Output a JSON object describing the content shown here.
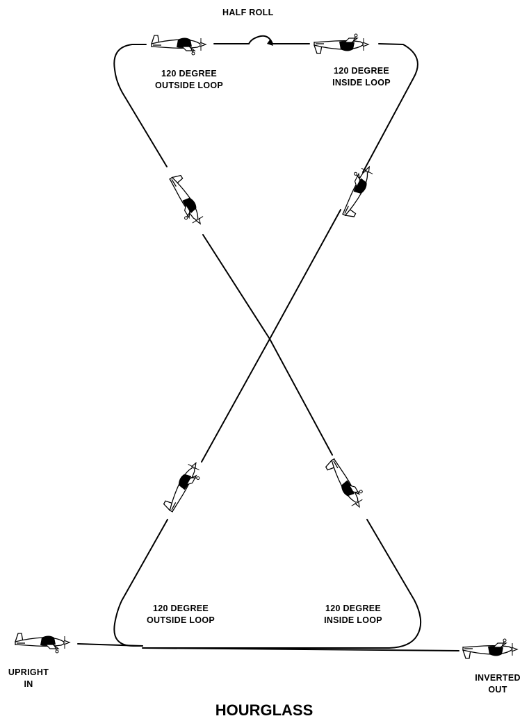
{
  "labels": {
    "half_roll": "HALF ROLL",
    "top_left_loop": [
      "120 DEGREE",
      "OUTSIDE LOOP"
    ],
    "top_right_loop": [
      "120 DEGREE",
      "INSIDE LOOP"
    ],
    "bottom_left_loop": [
      "120 DEGREE",
      "OUTSIDE LOOP"
    ],
    "bottom_right_loop": [
      "120 DEGREE",
      "INSIDE LOOP"
    ],
    "entry": [
      "UPRIGHT",
      "IN"
    ],
    "exit": [
      "INVERTED",
      "OUT"
    ]
  },
  "title": "HOURGLASS",
  "colors": {
    "ink": "#000000",
    "background": "#ffffff"
  },
  "icons": [
    "airplane-icon",
    "roll-arrow-icon"
  ]
}
